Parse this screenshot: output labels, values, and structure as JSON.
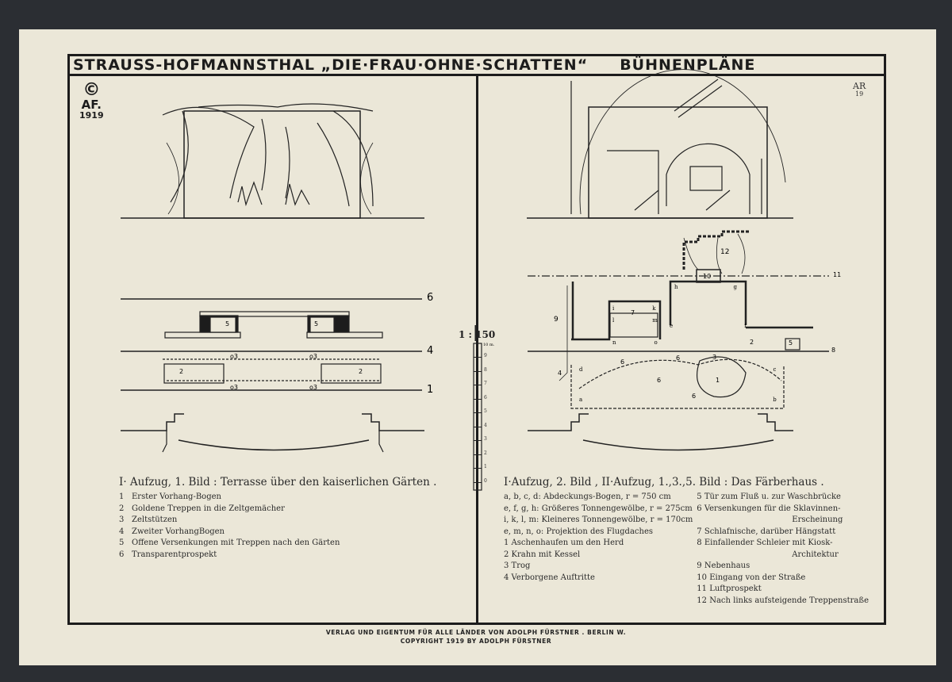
{
  "title": {
    "main": "STRAUSS-HOFMANNSTHAL „DIE·FRAU·OHNE·SCHATTEN“",
    "sub": "BÜHNENPLÄNE"
  },
  "logo": {
    "copyright": "©",
    "initials": "AF.",
    "year": "1919"
  },
  "monogram": {
    "text": "AR",
    "year": "19"
  },
  "scale": {
    "ratio": "1 : 150",
    "unit": "10 m.",
    "ticks": [
      "9",
      "8",
      "7",
      "6",
      "5",
      "4",
      "3",
      "2",
      "1",
      "0"
    ]
  },
  "left_plan": {
    "line_labels": [
      "6",
      "4",
      "1"
    ],
    "markers": [
      "o3",
      "o3",
      "o3",
      "o3",
      "5",
      "5",
      "2",
      "2"
    ]
  },
  "right_plan": {
    "labels": [
      "12",
      "10",
      "11",
      "9",
      "7",
      "8",
      "5",
      "2",
      "1",
      "3",
      "4",
      "6",
      "6",
      "6",
      "6"
    ],
    "letters": [
      "h",
      "g",
      "i",
      "k",
      "l",
      "m",
      "n",
      "o",
      "a",
      "b",
      "c",
      "d",
      "e",
      "f"
    ]
  },
  "left_legend": {
    "heading": "I· Aufzug, 1. Bild : Terrasse über den  kaiserlichen Gärten .",
    "items": [
      {
        "n": "1",
        "t": "Erster Vorhang-Bogen"
      },
      {
        "n": "2",
        "t": "Goldene Treppen in die Zeltgemächer"
      },
      {
        "n": "3",
        "t": "Zeltstützen"
      },
      {
        "n": "4",
        "t": "Zweiter VorhangBogen"
      },
      {
        "n": "5",
        "t": "Offene Versenkungen  mit Treppen nach den Gärten"
      },
      {
        "n": "6",
        "t": "Transparentprospekt"
      }
    ]
  },
  "right_legend": {
    "heading": "I·Aufzug, 2. Bild ,   II·Aufzug, 1.,3.,5. Bild : Das Färberhaus .",
    "col1": [
      "a, b, c, d: Abdeckungs-Bogen, r = 750 cm",
      "e, f, g, h: Größeres Tonnengewölbe, r = 275cm",
      "i, k, l, m: Kleineres Tonnengewölbe, r = 170cm",
      "e, m, n, o: Projektion des Flugdaches",
      "1 Aschenhaufen um den Herd",
      "2 Krahn mit Kessel",
      "3 Trog",
      "4 Verborgene Auftritte"
    ],
    "col2": [
      "5 Tür zum Fluß u. zur Waschbrücke",
      "6 Versenkungen für die Sklavinnen-",
      "Erscheinung",
      "7 Schlafnische, darüber Hängstatt",
      "8 Einfallender Schleier mit Kiosk-",
      "Architektur",
      "9 Nebenhaus",
      "10 Eingang von der Straße",
      "11 Luftprospekt",
      "12 Nach links aufsteigende Treppenstraße"
    ]
  },
  "footer": {
    "line1": "VERLAG UND EIGENTUM FÜR ALLE LÄNDER VON ADOLPH FÜRSTNER . BERLIN W.",
    "line2": "COPYRIGHT 1919 BY ADOLPH FÜRSTNER"
  }
}
